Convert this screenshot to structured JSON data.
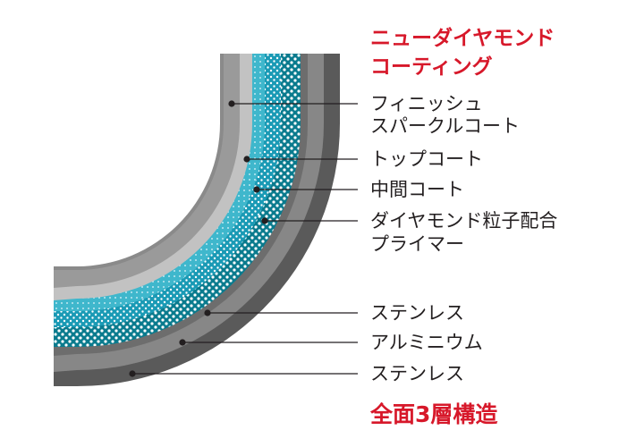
{
  "heading": {
    "line1": "ニューダイヤモンド",
    "line2": "コーティング"
  },
  "labels": {
    "finish_line1": "フィニッシュ",
    "finish_line2": "スパークルコート",
    "top_coat": "トップコート",
    "middle_coat": "中間コート",
    "primer_line1": "ダイヤモンド粒子配合",
    "primer_line2": "プライマー",
    "stainless_inner": "ステンレス",
    "aluminum": "アルミニウム",
    "stainless_outer": "ステンレス"
  },
  "footer": {
    "text": "全面3層構造"
  },
  "colors": {
    "accent_red": "#d7182a",
    "leader_line": "#231f20",
    "layer_stainless": "#5a5a5a",
    "layer_aluminum": "#878787",
    "layer_primer": "#0a7b8e",
    "layer_middle": "#1a9ab5",
    "layer_top": "#3fb7cc",
    "layer_finish": "#c2c2c2",
    "layer_surface": "#9a9a9a"
  }
}
